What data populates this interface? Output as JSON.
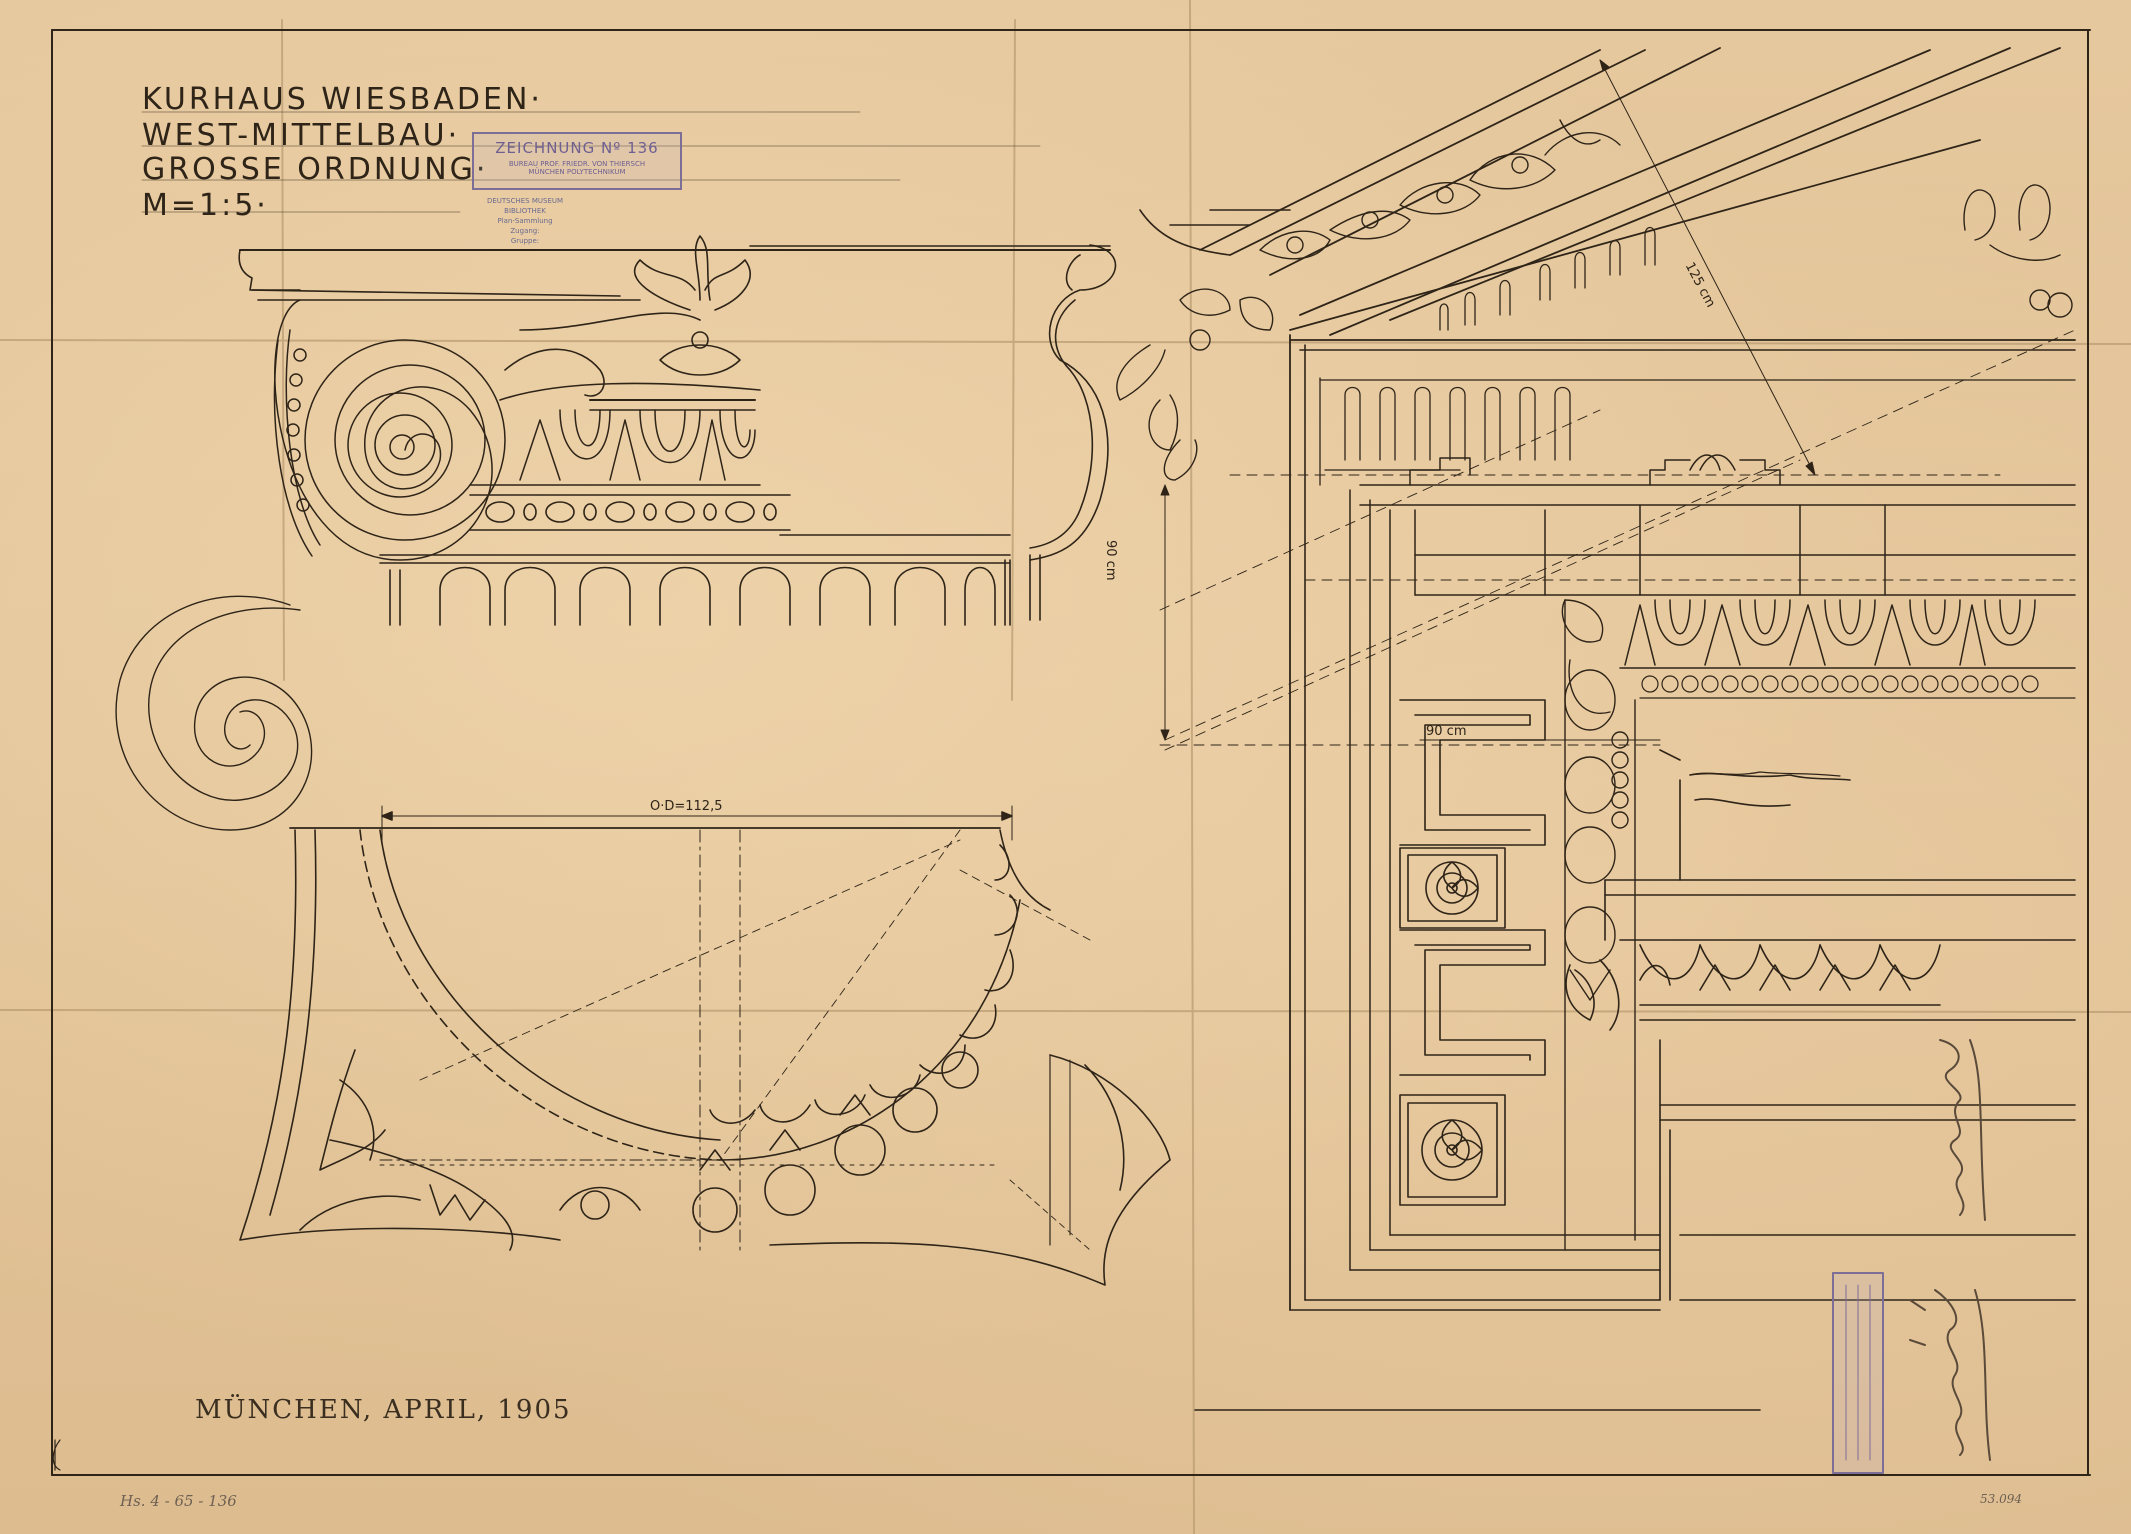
{
  "title_block": {
    "line1": "KURHAUS WIESBADEN·",
    "line2": "WEST-MITTELBAU·",
    "line3": "GROSSE ORDNUNG·",
    "line4": "M=1:5·"
  },
  "stamp_drawing": {
    "number": "ZEICHNUNG Nº 136",
    "line2": "BUREAU PROF. FRIEDR. VON THIERSCH",
    "line3": "MÜNCHEN POLYTECHNIKUM"
  },
  "stamp_library": {
    "line1": "DEUTSCHES MUSEUM",
    "line2": "BIBLIOTHEK",
    "line3": "Plan-Sammlung",
    "line4": "Zugang:",
    "line5": "Gruppe:"
  },
  "dimensions": {
    "diameter": "O·D=112,5",
    "vertical": "90 cm",
    "horizontal": "90 cm",
    "diagonal": "125 cm"
  },
  "place_date": "MÜNCHEN, APRIL, 1905",
  "archive_number": "Hs. 4 - 65 - 136",
  "archive_number_right": "53.094",
  "colors": {
    "paper": "#e2c49a",
    "ink": "#2e2418",
    "stamp_violet": "#7d6e98"
  }
}
